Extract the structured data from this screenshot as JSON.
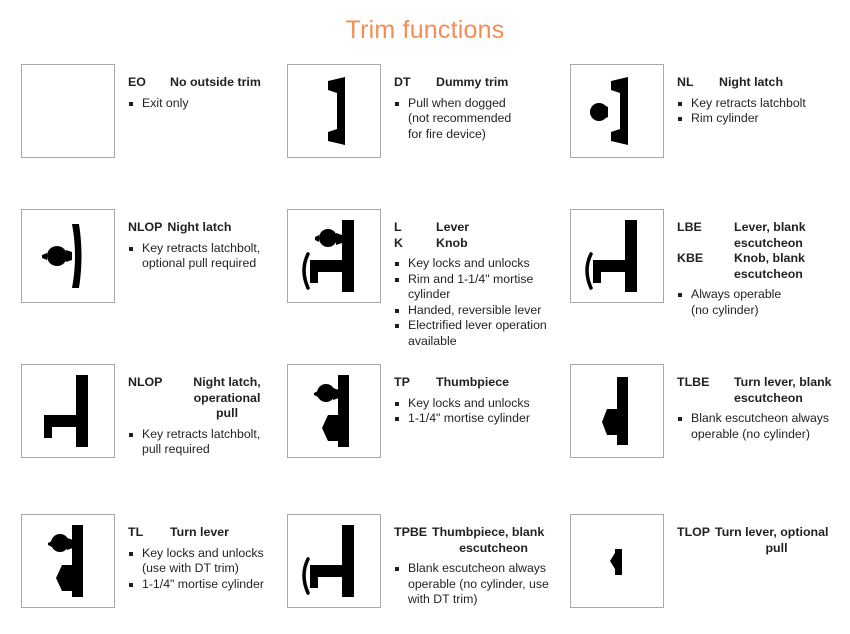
{
  "title": "Trim functions",
  "accent_color": "#f58c55",
  "text_color": "#231f20",
  "box_border_color": "#a7a9ac",
  "items": [
    {
      "icon": "blank-trim-icon",
      "codes": [
        {
          "code": "EO",
          "name": "No outside trim"
        }
      ],
      "bullets": [
        "Exit only"
      ]
    },
    {
      "icon": "dummy-trim-pull-icon",
      "codes": [
        {
          "code": "DT",
          "name": "Dummy trim"
        }
      ],
      "bullets": [
        "Pull when dogged",
        "(not recommended",
        "for fire device)"
      ]
    },
    {
      "icon": "night-latch-cylinder-pull-icon",
      "codes": [
        {
          "code": "NL",
          "name": "Night latch"
        }
      ],
      "bullets": [
        "Key retracts latchbolt",
        "Rim cylinder"
      ]
    },
    {
      "icon": "night-latch-optional-pull-icon",
      "codes": [
        {
          "code": "NLOP",
          "name": "Night latch"
        }
      ],
      "bullets": [
        "Key retracts latchbolt,",
        "optional pull required"
      ]
    },
    {
      "icon": "lever-knob-icon",
      "codes": [
        {
          "code": "L",
          "name": "Lever"
        },
        {
          "code": "K",
          "name": "Knob"
        }
      ],
      "bullets": [
        "Key locks and unlocks",
        "Rim and 1-1/4\" mortise",
        "cylinder",
        "Handed, reversible lever",
        "Electrified lever operation",
        "available"
      ]
    },
    {
      "icon": "lever-blank-escutcheon-icon",
      "codes": [
        {
          "code": "LBE",
          "name": "Lever, blank escutcheon"
        },
        {
          "code": "KBE",
          "name": "Knob, blank escutcheon"
        }
      ],
      "bullets": [
        "Always operable",
        "(no cylinder)"
      ]
    },
    {
      "icon": "night-latch-operational-pull-icon",
      "codes": [
        {
          "code": "NLOP",
          "name": "Night latch, operational pull"
        }
      ],
      "bullets": [
        "Key retracts latchbolt,",
        "pull required"
      ]
    },
    {
      "icon": "thumbpiece-icon",
      "codes": [
        {
          "code": "TP",
          "name": "Thumbpiece"
        }
      ],
      "bullets": [
        "Key locks and unlocks",
        "1-1/4\" mortise cylinder"
      ]
    },
    {
      "icon": "turn-lever-blank-escutcheon-icon",
      "codes": [
        {
          "code": "TLBE",
          "name": "Turn lever, blank escutcheon"
        }
      ],
      "bullets": [
        "Blank escutcheon always",
        "operable (no cylinder)"
      ]
    },
    {
      "icon": "turn-lever-icon",
      "codes": [
        {
          "code": "TL",
          "name": "Turn lever"
        }
      ],
      "bullets": [
        "Key locks and unlocks",
        "(use with DT trim)",
        "1-1/4\" mortise cylinder"
      ]
    },
    {
      "icon": "thumbpiece-blank-escutcheon-icon",
      "codes": [
        {
          "code": "TPBE",
          "name": "Thumbpiece, blank escutcheon"
        }
      ],
      "bullets": [
        "Blank escutcheon always",
        "operable (no cylinder, use",
        "with DT trim)"
      ]
    },
    {
      "icon": "turn-lever-optional-pull-icon",
      "codes": [
        {
          "code": "TLOP",
          "name": "Turn lever, optional pull"
        }
      ],
      "bullets": []
    }
  ],
  "rows": [
    {
      "cells": [
        {
          "code1": "EO",
          "name1": "No outside trim",
          "b": [
            "Exit only"
          ]
        },
        {
          "code1": "DT",
          "name1": "Dummy trim",
          "b": [
            "Pull when dogged",
            "(not recommended",
            "for fire device)"
          ]
        },
        {
          "code1": "NL",
          "name1": "Night latch",
          "b": [
            "Key retracts latchbolt",
            "Rim cylinder"
          ]
        }
      ]
    }
  ],
  "labels": {
    "eo_code": "EO",
    "eo_name": "No outside trim",
    "eo_b1": "Exit only",
    "dt_code": "DT",
    "dt_name": "Dummy trim",
    "dt_b1": "Pull when dogged",
    "dt_b1b": "(not recommended",
    "dt_b1c": "for fire device)",
    "nl_code": "NL",
    "nl_name": "Night latch",
    "nl_b1": "Key retracts latchbolt",
    "nl_b2": "Rim cylinder",
    "nlop_code": "NLOP",
    "nlop_name": "Night latch",
    "nlop_b1": "Key retracts latchbolt,",
    "nlop_b1b": "optional pull required",
    "l_code": "L",
    "l_name": "Lever",
    "k_code": "K",
    "k_name": "Knob",
    "l_b1": "Key locks and unlocks",
    "l_b2": "Rim and 1-1/4\" mortise",
    "l_b2b": "cylinder",
    "l_b3": "Handed, reversible lever",
    "l_b4": "Electrified lever operation",
    "l_b4b": "available",
    "lbe_code": "LBE",
    "lbe_name1": "Lever, blank",
    "lbe_name2": "escutcheon",
    "kbe_code": "KBE",
    "kbe_name1": "Knob, blank",
    "kbe_name2": "escutcheon",
    "lbe_b1": "Always operable",
    "lbe_b1b": "(no cylinder)",
    "nlop2_code": "NLOP",
    "nlop2_name1": "Night latch,",
    "nlop2_name2": "operational pull",
    "nlop2_b1": "Key retracts latchbolt,",
    "nlop2_b1b": "pull required",
    "tp_code": "TP",
    "tp_name": "Thumbpiece",
    "tp_b1": "Key locks and unlocks",
    "tp_b2": "1-1/4\" mortise cylinder",
    "tlbe_code": "TLBE",
    "tlbe_name1": "Turn lever, blank",
    "tlbe_name2": "escutcheon",
    "tlbe_b1": "Blank escutcheon always",
    "tlbe_b1b": "operable (no cylinder)",
    "tl_code": "TL",
    "tl_name": "Turn lever",
    "tl_b1": "Key locks and unlocks",
    "tl_b1b": "(use with DT trim)",
    "tl_b2": "1-1/4\" mortise cylinder",
    "tpbe_code": "TPBE",
    "tpbe_name1": "Thumbpiece, blank",
    "tpbe_name2": "escutcheon",
    "tpbe_b1": "Blank escutcheon always",
    "tpbe_b1b": "operable (no cylinder, use",
    "tpbe_b1c": "with DT trim)",
    "tlop_code": "TLOP",
    "tlop_name1": "Turn lever, optional",
    "tlop_name2": "pull"
  }
}
